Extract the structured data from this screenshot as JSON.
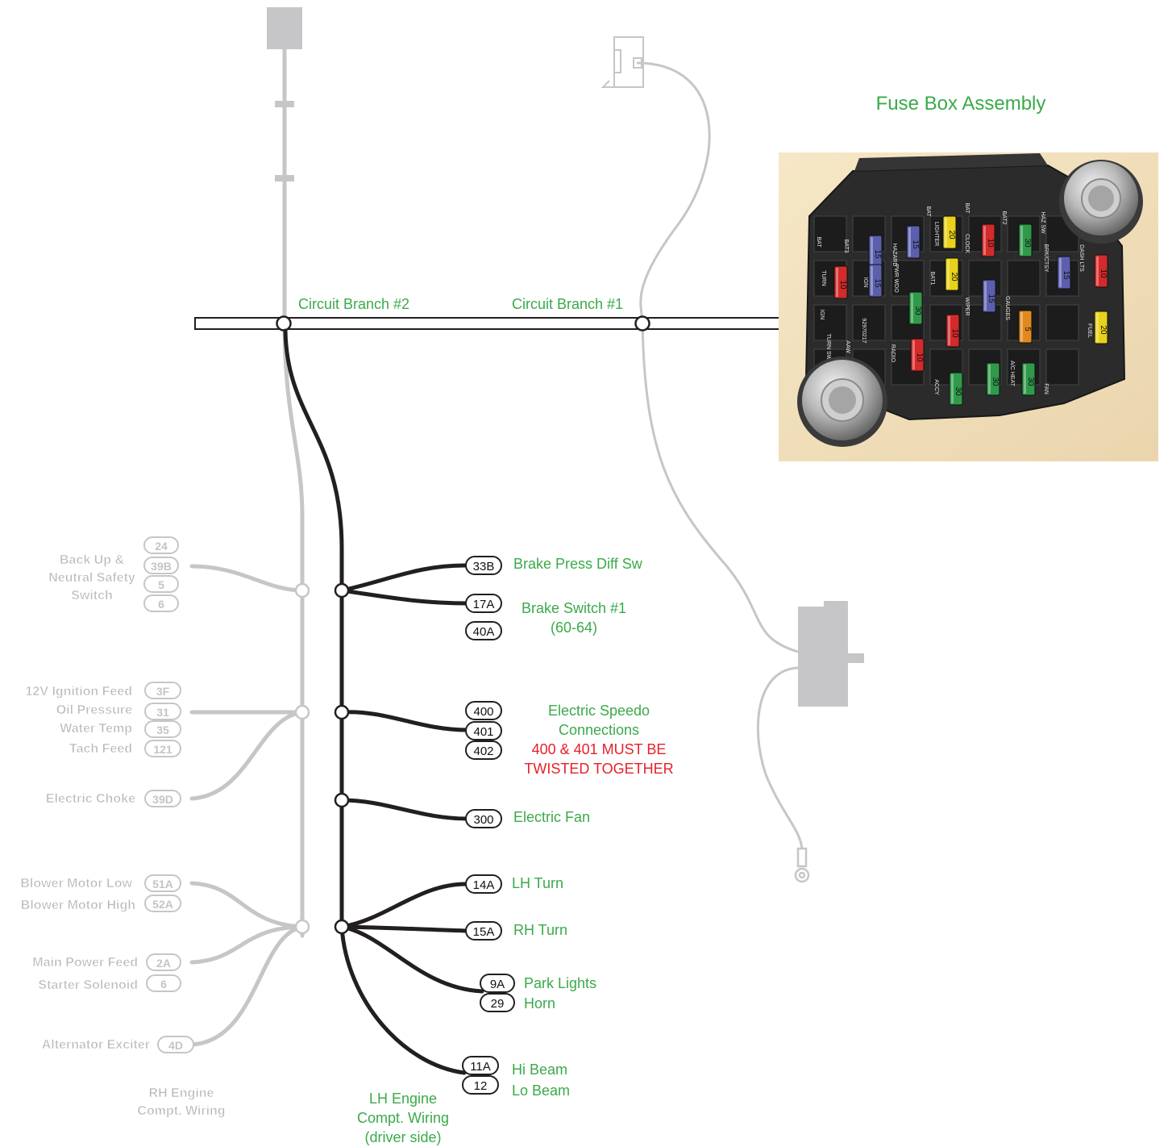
{
  "title": "Fuse Box Assembly",
  "branches": {
    "branch2": "Circuit Branch #2",
    "branch1": "Circuit Branch #1"
  },
  "lh_group": {
    "caption": [
      "LH Engine",
      "Compt. Wiring",
      "(driver side)"
    ],
    "connectors": [
      {
        "id": "33B",
        "label": [
          "Brake Press Diff Sw"
        ]
      },
      {
        "id": "17A",
        "label": [
          "Brake Switch #1",
          "(60-64)"
        ]
      },
      {
        "id": "40A",
        "label": []
      },
      {
        "id": "400",
        "label": [
          "Electric Speedo",
          "Connections"
        ]
      },
      {
        "id": "401",
        "label": []
      },
      {
        "id": "402",
        "label": []
      },
      {
        "id": "300",
        "label": [
          "Electric Fan"
        ]
      },
      {
        "id": "14A",
        "label": [
          "LH Turn"
        ]
      },
      {
        "id": "15A",
        "label": [
          "RH Turn"
        ]
      },
      {
        "id": "9A",
        "label": [
          "Park Lights"
        ]
      },
      {
        "id": "29",
        "label": [
          "Horn"
        ]
      },
      {
        "id": "11A",
        "label": [
          "Hi Beam"
        ]
      },
      {
        "id": "12",
        "label": [
          "Lo Beam"
        ]
      }
    ],
    "warning": [
      "400 & 401 MUST BE",
      "TWISTED TOGETHER"
    ]
  },
  "rh_group": {
    "caption": [
      "RH Engine",
      "Compt. Wiring"
    ],
    "backup_label": [
      "Back Up &",
      "Neutral Safety",
      "Switch"
    ],
    "backup_ids": [
      "24",
      "39B",
      "5",
      "6"
    ],
    "gauges": [
      {
        "id": "3F",
        "label": "12V Ignition Feed"
      },
      {
        "id": "31",
        "label": "Oil Pressure"
      },
      {
        "id": "35",
        "label": "Water Temp"
      },
      {
        "id": "121",
        "label": "Tach Feed"
      }
    ],
    "choke": {
      "id": "39D",
      "label": "Electric Choke"
    },
    "blower": [
      {
        "id": "51A",
        "label": "Blower Motor Low"
      },
      {
        "id": "52A",
        "label": "Blower Motor High"
      }
    ],
    "power": [
      {
        "id": "2A",
        "label": "Main Power Feed"
      },
      {
        "id": "6",
        "label": "Starter Solenoid"
      }
    ],
    "alternator": {
      "id": "4D",
      "label": "Alternator Exciter"
    }
  },
  "fuse_box": {
    "fuses": [
      {
        "rating": "15",
        "color": "#5b5fae"
      },
      {
        "rating": "15",
        "color": "#5b5fae"
      },
      {
        "rating": "20",
        "color": "#e8d21a"
      },
      {
        "rating": "10",
        "color": "#d42a2a"
      },
      {
        "rating": "30",
        "color": "#2f9a4a"
      },
      {
        "rating": "10",
        "color": "#d42a2a"
      },
      {
        "rating": "20",
        "color": "#e8d21a"
      },
      {
        "rating": "30",
        "color": "#2f9a4a"
      },
      {
        "rating": "15",
        "color": "#5b5fae"
      },
      {
        "rating": "10",
        "color": "#d42a2a"
      },
      {
        "rating": "15",
        "color": "#5b5fae"
      },
      {
        "rating": "5",
        "color": "#e08a1e"
      },
      {
        "rating": "10",
        "color": "#d42a2a"
      },
      {
        "rating": "20",
        "color": "#e8d21a"
      },
      {
        "rating": "30",
        "color": "#2f9a4a"
      },
      {
        "rating": "30",
        "color": "#2f9a4a"
      },
      {
        "rating": "30",
        "color": "#2f9a4a"
      },
      {
        "rating": "10",
        "color": "#d42a2a"
      },
      {
        "rating": "15",
        "color": "#5b5fae"
      }
    ],
    "labels": [
      "BAT",
      "TURN",
      "IGN",
      "BAT3",
      "HAZARD",
      "PWR WDO",
      "BAT",
      "LIGHTER",
      "CLOCK",
      "BAT1",
      "IGN",
      "BAT",
      "BAT2",
      "HAZ SW",
      "BRK/CTSY",
      "DASH LTS",
      "WIPER",
      "GAUGES",
      "FUEL",
      "RADIO",
      "ACCY",
      "A/C HEAT",
      "FAN",
      "AAW",
      "TURN SW",
      "92970217"
    ]
  },
  "colors": {
    "active_wire": "#231f20",
    "inactive_wire": "#c6c6c8",
    "green_text": "#3aaa4a",
    "warning_red": "#e8202a"
  }
}
